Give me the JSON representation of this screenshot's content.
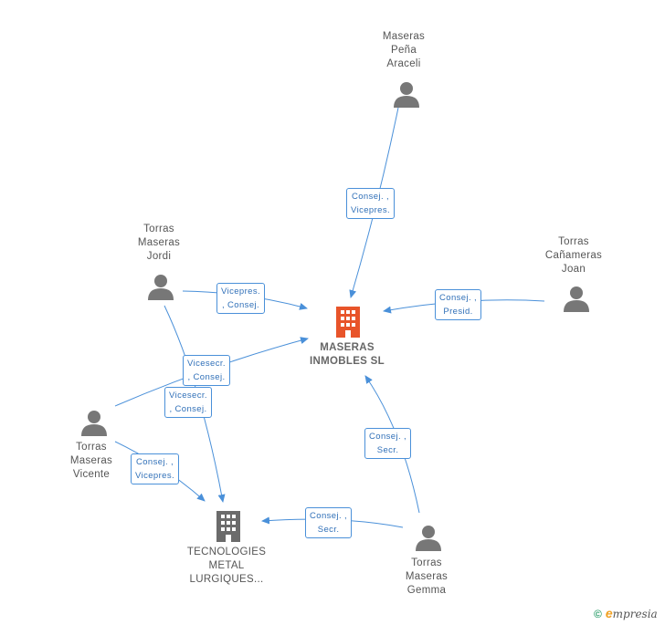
{
  "colors": {
    "edge": "#4a90d9",
    "person": "#777777",
    "company_main": "#e8542a",
    "company": "#6b6b6b"
  },
  "nodes": {
    "main": {
      "label": "MASERAS\nINMOBLES SL",
      "icon": "building-icon"
    },
    "tecnologies": {
      "label": "TECNOLOGIES\nMETAL\nLURGIQUES...",
      "icon": "building-icon"
    },
    "pena": {
      "label": "Maseras\nPeña\nAraceli",
      "icon": "person-icon"
    },
    "jordi": {
      "label": "Torras\nMaseras\nJordi",
      "icon": "person-icon"
    },
    "joan": {
      "label": "Torras\nCañameras\nJoan",
      "icon": "person-icon"
    },
    "vicente": {
      "label": "Torras\nMaseras\nVicente",
      "icon": "person-icon"
    },
    "gemma": {
      "label": "Torras\nMaseras\nGemma",
      "icon": "person-icon"
    }
  },
  "edges": {
    "pena_main": [
      "Consej. ,",
      "Vicepres."
    ],
    "jordi_main": [
      "Vicepres.",
      ", Consej."
    ],
    "joan_main": [
      "Consej. ,",
      "Presid."
    ],
    "vicente_main": [
      "Vicesecr.",
      ", Consej."
    ],
    "jordi_tec": [
      "Vicesecr.",
      ", Consej."
    ],
    "vicente_tec": [
      "Consej. ,",
      "Vicepres."
    ],
    "gemma_main": [
      "Consej. ,",
      "Secr."
    ],
    "gemma_tec": [
      "Consej. ,",
      "Secr."
    ]
  },
  "footer": {
    "copyright": "©",
    "brand_initial": "e",
    "brand_rest": "mpresia"
  }
}
